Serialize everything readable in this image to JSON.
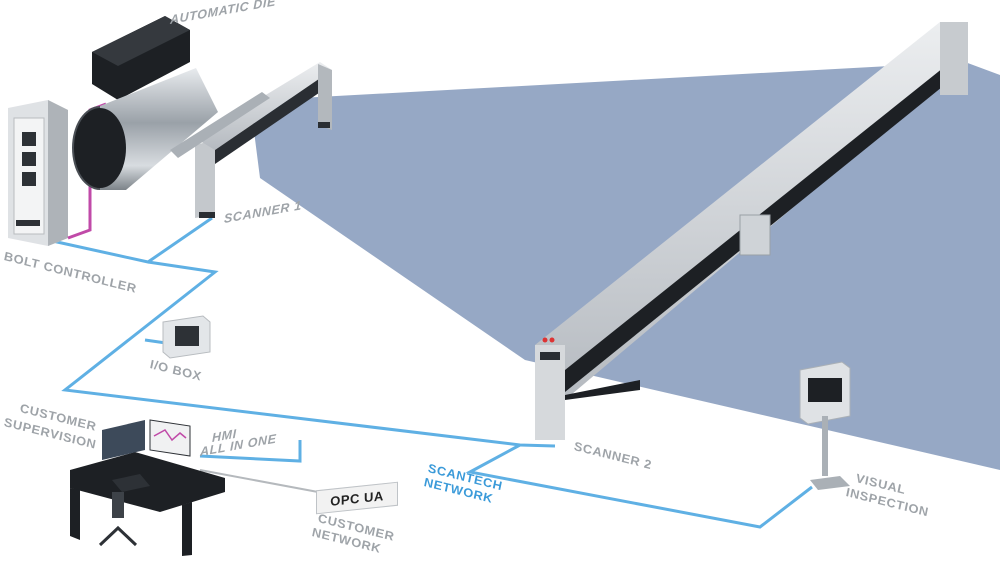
{
  "labels": {
    "automatic_die": "AUTOMATIC DIE",
    "bolt_controller": "BOLT CONTROLLER",
    "scanner_1": "SCANNER 1",
    "io_box": "I/O BOX",
    "customer_supervision_1": "CUSTOMER",
    "customer_supervision_2": "SUPERVISION",
    "hmi_1": "HMI",
    "hmi_2": "ALL IN ONE",
    "scantech_network_1": "SCANTECH",
    "scantech_network_2": "NETWORK",
    "scanner_2": "SCANNER 2",
    "visual_inspection_1": "VISUAL",
    "visual_inspection_2": "INSPECTION",
    "customer_network_1": "CUSTOMER",
    "customer_network_2": "NETWORK",
    "opc_ua": "OPC UA"
  },
  "colors": {
    "network_line": "#5fb0e4",
    "die_cable": "#c04aa8",
    "film": "#7f95b8",
    "label_grey": "#9ea3a8",
    "label_blue": "#3a9ad9"
  }
}
